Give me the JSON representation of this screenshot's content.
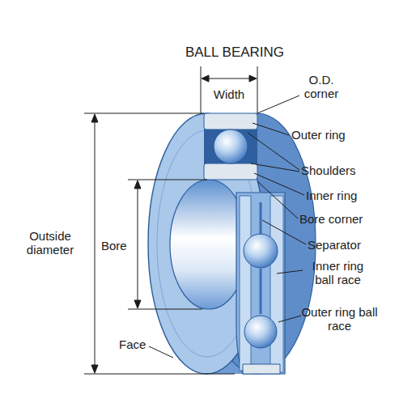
{
  "diagram": {
    "title": "BALL BEARING",
    "labels": [
      "Width",
      "O.D. corner",
      "Outer ring",
      "Shoulders",
      "Inner ring",
      "Bore corner",
      "Separator",
      "Inner ring ball race",
      "Outer ring ball race",
      "Outside diameter",
      "Bore",
      "Face"
    ]
  }
}
